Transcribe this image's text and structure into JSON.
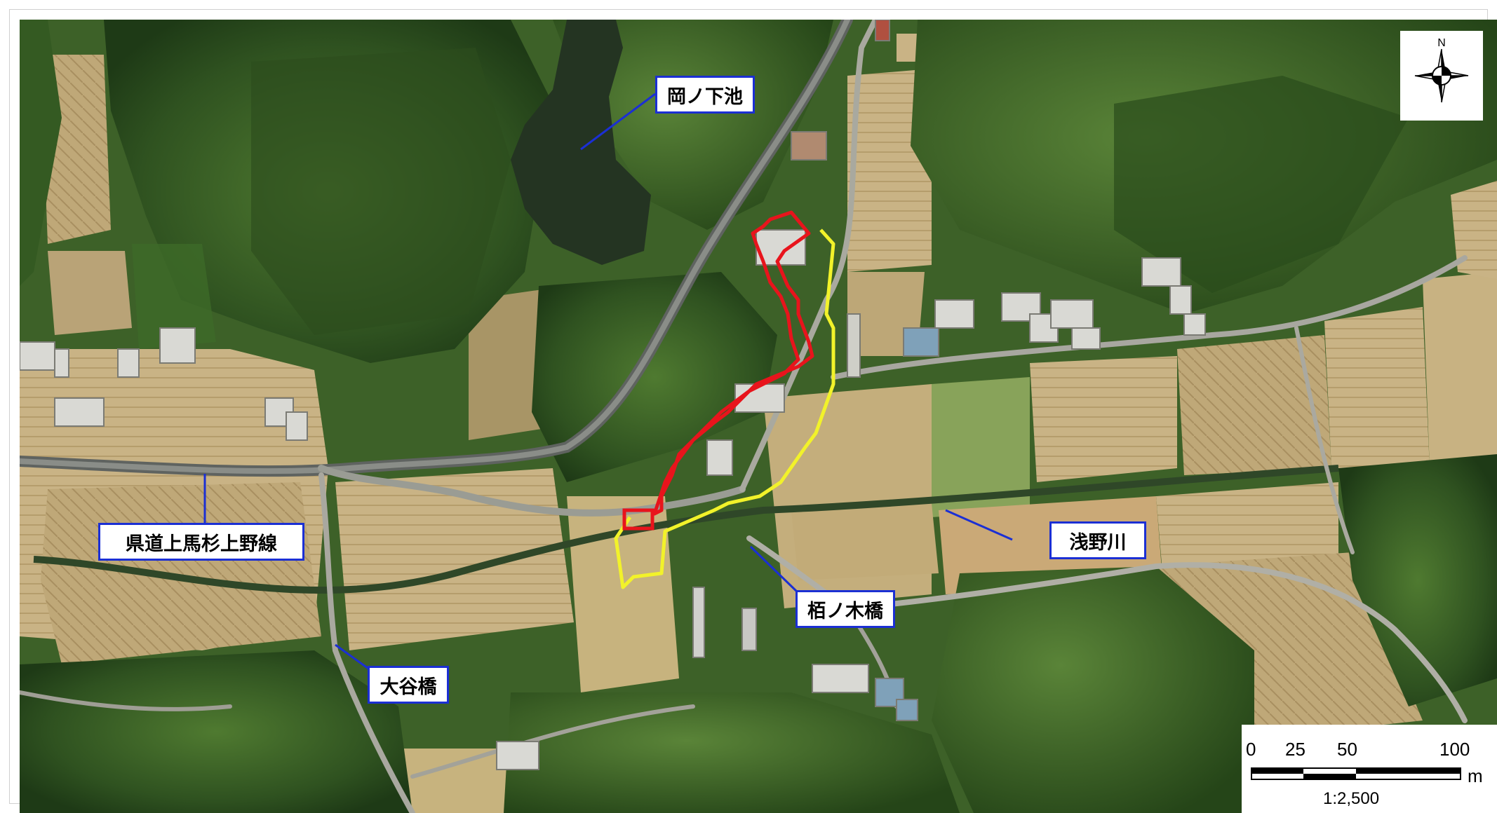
{
  "map": {
    "labels": {
      "pond": "岡ノ下池",
      "prefectural_road": "県道上馬杉上野線",
      "river": "浅野川",
      "tochinoki_bridge": "栢ノ木橋",
      "otani_bridge": "大谷橋"
    },
    "colors": {
      "label_border": "#1b2fd4",
      "leader_line": "#1b2fd4",
      "survey_area_red": "#e8141c",
      "survey_area_yellow": "#f2f22a"
    },
    "icons": {
      "north_arrow": "compass-rose-icon"
    },
    "compass": {
      "north_label": "N"
    },
    "scale": {
      "ticks": [
        "0",
        "25",
        "50",
        "100"
      ],
      "unit": "m",
      "ratio": "1:2,500"
    }
  }
}
